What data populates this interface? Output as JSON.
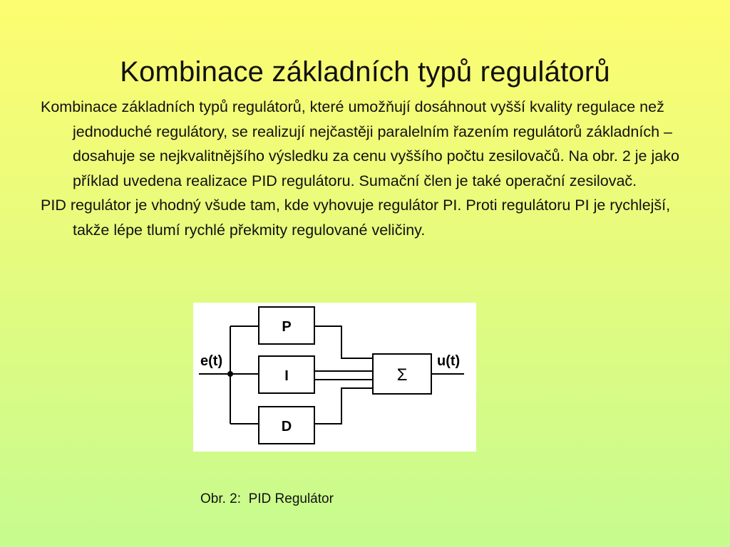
{
  "slide": {
    "title": "Kombinace základních typů regulátorů",
    "paragraphs": [
      "Kombinace základních typů regulátorů, které umožňují dosáhnout vyšší kvality regulace než jednoduché regulátory, se realizují nejčastěji paralelním řazením regulátorů základních – dosahuje se nejkvalitnějšího výsledku za cenu vyššího počtu zesilovačů. Na obr. 2  je jako příklad uvedena realizace PID regulátoru. Sumační člen je také operační zesilovač.",
      "PID regulátor je vhodný všude tam, kde vyhovuje regulátor PI. Proti regulátoru PI je rychlejší, takže lépe tlumí rychlé překmity regulované veličiny."
    ],
    "caption": "Obr. 2:  PID Regulátor"
  },
  "diagram": {
    "input_label": "e(t)",
    "output_label": "u(t)",
    "blocks": {
      "p": "P",
      "i": "I",
      "d": "D",
      "sum": "Σ"
    }
  }
}
